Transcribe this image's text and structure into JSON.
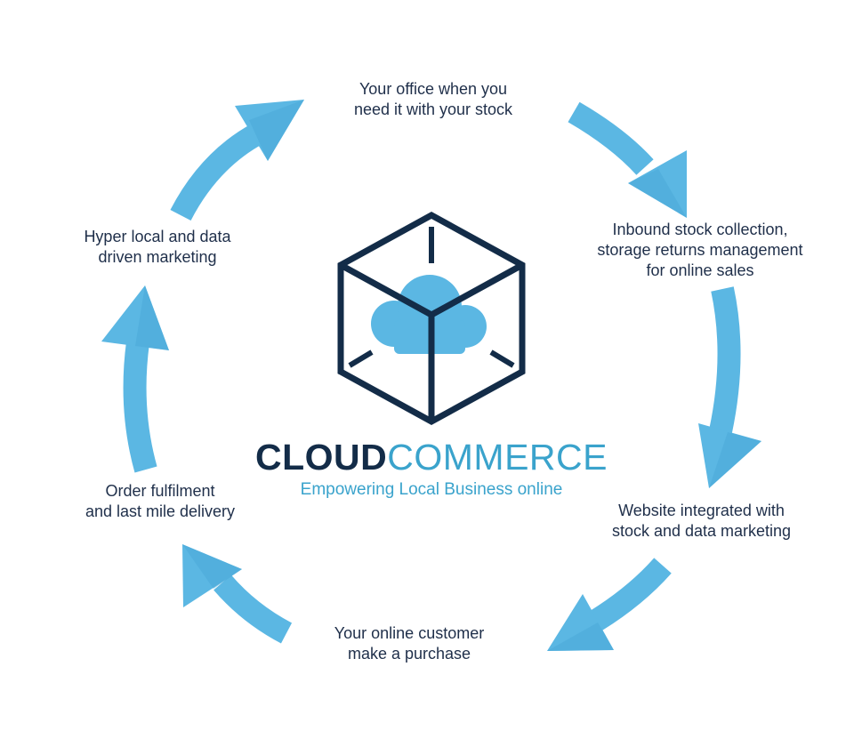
{
  "colors": {
    "arrow": "#5bb7e3",
    "arrow_shade": "#4aa9d8",
    "cube": "#132c48",
    "cloud": "#5bb7e3",
    "text": "#1f2f4a",
    "brand_dark": "#132c48",
    "brand_light": "#3aa3cc"
  },
  "logo": {
    "icon": "cube-cloud-icon",
    "brand_part1": "CLOUD",
    "brand_part2": "COMMERCE",
    "tagline": "Empowering Local Business online"
  },
  "steps": [
    {
      "lines": [
        "Your office when you",
        "need it with your stock"
      ]
    },
    {
      "lines": [
        "Inbound stock collection,",
        "storage returns management",
        "for online sales"
      ]
    },
    {
      "lines": [
        "Website integrated with",
        "stock and data marketing"
      ]
    },
    {
      "lines": [
        "Your online customer",
        "make a purchase"
      ]
    },
    {
      "lines": [
        "Order fulfilment",
        "and last mile delivery"
      ]
    },
    {
      "lines": [
        "Hyper local and data",
        "driven marketing"
      ]
    }
  ],
  "arrow_icon": "cycle-arrow-icon"
}
